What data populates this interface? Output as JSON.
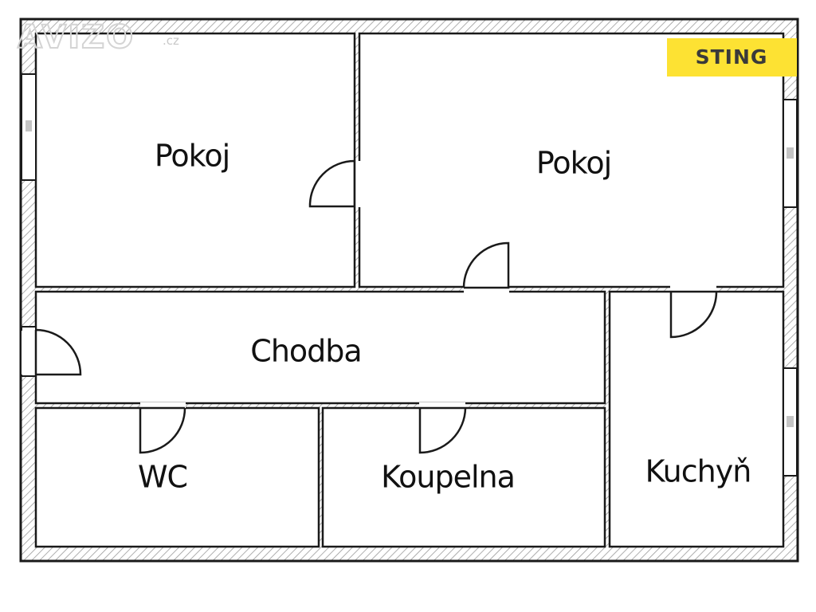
{
  "rooms": {
    "pokoj_left": "Pokoj",
    "pokoj_right": "Pokoj",
    "chodba": "Chodba",
    "wc": "WC",
    "koupelna": "Koupelna",
    "kuchyn": "Kuchyň"
  },
  "watermark": {
    "main": "AVIZO",
    "suffix": ".cz"
  },
  "badge": {
    "label": "STING",
    "background_color": "#fde233",
    "text_color": "#3a3a3a"
  },
  "colors": {
    "wall": "#1a1a1a",
    "hatch": "#9a9a9a",
    "background": "#ffffff"
  }
}
